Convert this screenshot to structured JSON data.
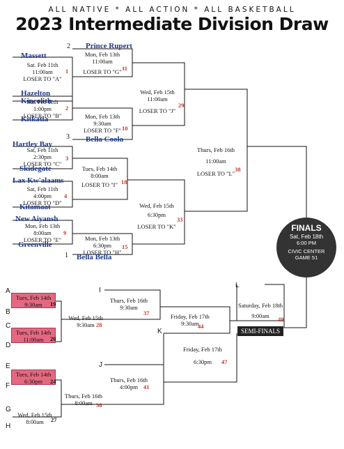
{
  "header": {
    "tagline": "ALL NATIVE * ALL ACTION * ALL BASKETBALL",
    "title": "2023 Intermediate Division Draw"
  },
  "teams": {
    "massett": "Massett",
    "kincolith": "Kincolith",
    "hazelton": "Hazelton",
    "kitkatla": "Kitkatla",
    "hartley_bay": "Hartley Bay",
    "skidegate": "Skidegate",
    "lax_kwalaams": "Lax Kw'alaams",
    "kitamaat": "Kitamaat",
    "new_aiyansh": "New Aiyansh",
    "greenville": "Greenville",
    "prince_rupert": "Prince Rupert",
    "bella_coola": "Bella Coola",
    "bella_bella": "Bella Bella"
  },
  "seeds": {
    "prince_rupert": "2",
    "bella_coola": "3",
    "bella_bella": "1"
  },
  "games": {
    "g1": {
      "date": "Sat. Feb 11th",
      "time": "11:00am",
      "loser": "LOSER TO \"A\"",
      "num": "1"
    },
    "g2": {
      "date": "Sat. Feb 11th",
      "time": "1:00pm",
      "loser": "LOSER TO \"B\"",
      "num": "2"
    },
    "g3": {
      "date": "Sat, Feb 11th",
      "time": "2:30pm",
      "loser": "LOSER TO \"C\"",
      "num": "3"
    },
    "g4": {
      "date": "Sat, Feb 11th",
      "time": "4:00pm",
      "loser": "LOSER TO \"D\"",
      "num": "4"
    },
    "g9": {
      "date": "Mon, Feb 13th",
      "time": "8:00am",
      "loser": "LOSER TO \"E\"",
      "num": "9"
    },
    "g11": {
      "date": "Mon, Feb 13th",
      "time": "11:00am",
      "loser": "LOSER TO \"G\"",
      "num": "11"
    },
    "g10": {
      "date": "Mon, Feb 13th",
      "time": "9:30am",
      "loser": "LOSER TO \"F\"",
      "num": "10"
    },
    "g18": {
      "date": "Tues, Feb 14th",
      "time": "8:00am",
      "loser": "LOSER TO \"I\"",
      "num": "18"
    },
    "g15": {
      "date": "Mon, Feb 13th",
      "time": "6:30pm",
      "loser": "LOSER TO \"H\"",
      "num": "15"
    },
    "g29": {
      "date": "Wed, Feb 15th",
      "time": "11:00am",
      "loser": "LOSER TO \"J\"",
      "num": "29"
    },
    "g33": {
      "date": "Wed, Feb 15th",
      "time": "6:30pm",
      "loser": "LOSER TO \"K\"",
      "num": "33"
    },
    "g38": {
      "date": "Thurs, Feb 16th",
      "time": "11:00am",
      "loser": "LOSER TO \"L\"",
      "num": "38"
    },
    "g19": {
      "date": "Tues, Feb 14th",
      "time": "9:30am",
      "num": "19"
    },
    "g20": {
      "date": "Tues, Feb 14th",
      "time": "11:00am",
      "num": "20"
    },
    "g24": {
      "date": "Tues, Feb 14th",
      "time": "6:30pm",
      "num": "24"
    },
    "g27": {
      "date": "Wed, Feb 15th",
      "time": "8:00am",
      "num": "27"
    },
    "g28": {
      "date": "Wed, Feb 15th",
      "time": "9:30am",
      "num": "28"
    },
    "g36": {
      "date": "Thurs, Feb 16th",
      "time": "8:00am",
      "num": "36"
    },
    "g37": {
      "date": "Thurs, Feb 16th",
      "time": "9:30am",
      "num": "37"
    },
    "g41": {
      "date": "Thurs, Feb 16th",
      "time": "4:00pm",
      "num": "41"
    },
    "g44": {
      "date": "Friday, Feb 17th",
      "time": "9:30am",
      "num": "44"
    },
    "g47": {
      "date": "Friday, Feb 17th",
      "time": "6:30pm",
      "num": "47"
    },
    "g49": {
      "date": "Saturday, Feb 18th",
      "time": "9:00am",
      "num": "49"
    }
  },
  "letters": {
    "a": "A",
    "b": "B",
    "c": "C",
    "d": "D",
    "e": "E",
    "f": "F",
    "g": "G",
    "h": "H",
    "i": "I",
    "j": "J",
    "k": "K",
    "l": "L"
  },
  "semi_label": "SEMI-FINALS",
  "finals": {
    "title": "FINALS",
    "date": "Sat, Feb 18th",
    "time": "6:00 PM",
    "venue": "CIVIC CENTER",
    "game": "GAME 51"
  }
}
